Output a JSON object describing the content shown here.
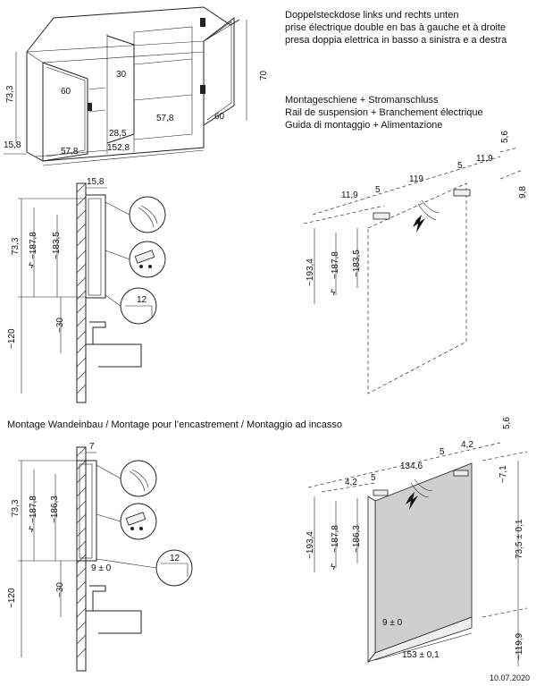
{
  "notes": {
    "socket_de": "Doppelsteckdose links und rechts unten",
    "socket_fr": "prise électrique double en bas à gauche et à droite",
    "socket_it": "presa doppia elettrica in basso a sinistra e a destra",
    "rail_de": "Montageschiene + Stromanschluss",
    "rail_fr": "Rail de suspension + Branchement électrique",
    "rail_it": "Guida di montaggio + Alimentazione",
    "recess": "Montage Wandeinbau / Montage pour l’encastrement / Montaggio ad incasso",
    "date": "10.07.2020"
  },
  "cabinet": {
    "h_73_3": "73,3",
    "d_15_8": "15,8",
    "w_57_8a": "57,8",
    "w_152_8": "152,8",
    "w_28_5": "28,5",
    "w_57_8b": "57,8",
    "door_60a": "60",
    "door_60b": "60",
    "depth_30": "30",
    "h_70": "70"
  },
  "side1": {
    "depth": "15,8",
    "h_73_3": "73,3",
    "h_187_8": "~187,8",
    "h_183_5": "~183,5",
    "h_120": "~120",
    "h_30": "~30",
    "detail_12": "12",
    "bolt": "ϟ"
  },
  "front1": {
    "d_5_6": "5,6",
    "d_11_9a": "11,9",
    "d_5a": "5",
    "d_119": "119",
    "d_5b": "5",
    "d_11_9b": "11,9",
    "d_9_8": "9,8",
    "h_193_4": "~193,4",
    "h_187_8": "~187,8",
    "h_183_5": "~183,5",
    "bolt": "ϟ"
  },
  "side2": {
    "depth": "7",
    "h_73_3": "73,3",
    "h_187_8": "~187,8",
    "h_186_3": "~186,3",
    "h_120": "~120",
    "h_30": "~30",
    "gap": "9 ± 0",
    "detail_12": "12",
    "bolt": "ϟ"
  },
  "front2": {
    "d_5_6": "5,6",
    "d_4_2a": "4,2",
    "d_5a": "5",
    "d_134_6": "134,6",
    "d_5b": "5",
    "d_4_2b": "4,2",
    "d_7_1": "~7,1",
    "h_193_4": "~193,4",
    "h_187_8": "~187,8",
    "h_186_3": "~186,3",
    "h_73_5": "73,5 ± 0,1",
    "h_119_9": "~119,9",
    "gap": "9 ± 0",
    "w_153": "153 ± 0,1",
    "bolt": "ϟ"
  }
}
